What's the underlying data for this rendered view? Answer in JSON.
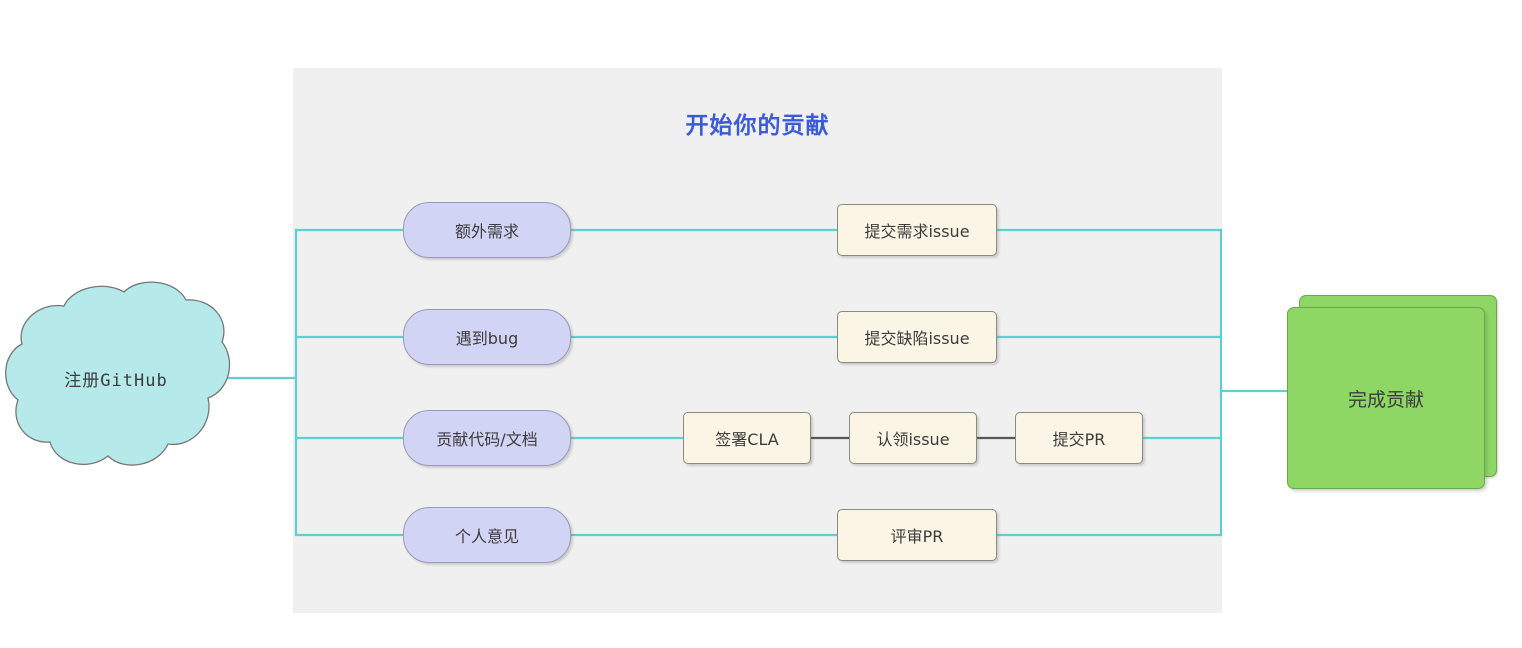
{
  "diagram": {
    "title": "开始你的贡献",
    "title_color": "#3b5bdb",
    "panel_color": "#f0f0f0",
    "edge_color": "#5fcfd0",
    "sequence_edge_color": "#575757",
    "start": {
      "label": "注册GitHub",
      "shape": "cloud",
      "fill": "#b6e9ea",
      "stroke": "#767676"
    },
    "end": {
      "label": "完成贡献",
      "shape": "stacked-rectangle",
      "fill": "#8fd765",
      "stroke": "#6aa84f"
    },
    "branches": [
      {
        "label": "额外需求",
        "fill": "#d2d4f5",
        "stroke": "#9a9ab5"
      },
      {
        "label": "遇到bug",
        "fill": "#d2d4f5",
        "stroke": "#9a9ab5"
      },
      {
        "label": "贡献代码/文档",
        "fill": "#d2d4f5",
        "stroke": "#9a9ab5"
      },
      {
        "label": "个人意见",
        "fill": "#d2d4f5",
        "stroke": "#9a9ab5"
      }
    ],
    "actions": {
      "row1": [
        {
          "label": "提交需求issue"
        }
      ],
      "row2": [
        {
          "label": "提交缺陷issue"
        }
      ],
      "row3": [
        {
          "label": "签署CLA"
        },
        {
          "label": "认领issue"
        },
        {
          "label": "提交PR"
        }
      ],
      "row4": [
        {
          "label": "评审PR"
        }
      ]
    }
  }
}
